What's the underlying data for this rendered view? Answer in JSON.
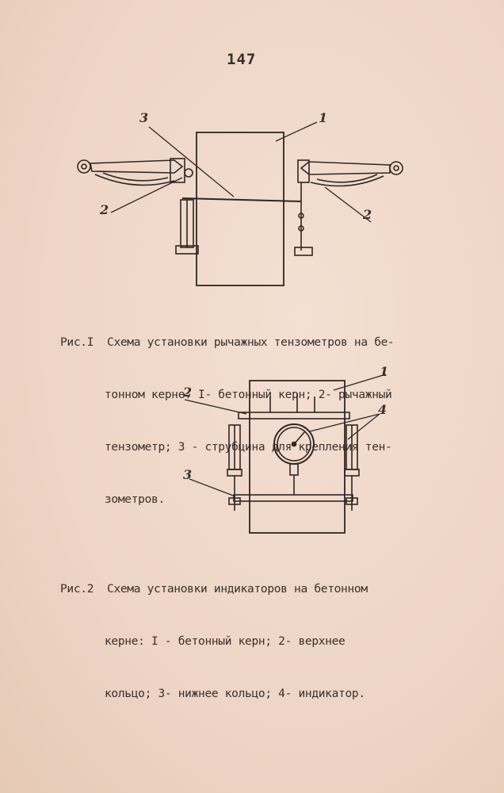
{
  "page_number": "147",
  "figure1": {
    "callouts": {
      "core": "1",
      "tensometer_left": "2",
      "tensometer_right": "2",
      "clamp": "3"
    },
    "caption_lines": [
      "Рис.I  Схема установки рычажных тензометров на бе-",
      "тонном керне: I- бетонный керн; 2- рычажный",
      "тензометр; 3 - струбцина для крепления тен-",
      "зометров."
    ]
  },
  "figure2": {
    "callouts": {
      "core": "1",
      "upper_ring": "2",
      "lower_ring": "3",
      "indicator": "4"
    },
    "caption_lines": [
      "Рис.2  Схема установки индикаторов на бетонном",
      "керне: I - бетонный керн; 2- верхнее",
      "кольцо; 3- нижнее кольцо; 4- индикатор."
    ]
  }
}
